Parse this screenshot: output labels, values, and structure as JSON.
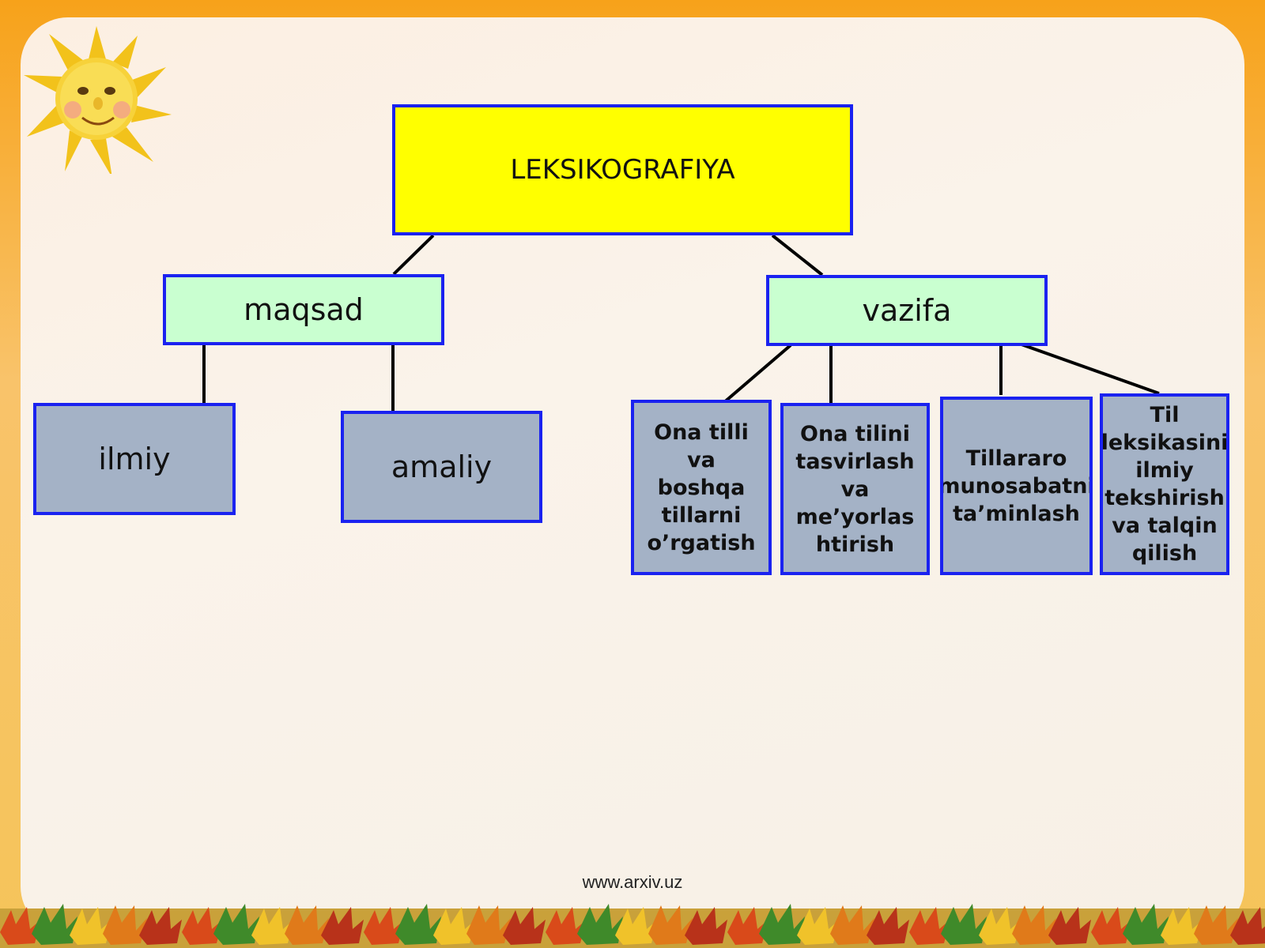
{
  "diagram": {
    "root": "LEKSIKOGRAFIYA",
    "maqsad": "maqsad",
    "vazifa": "vazifa",
    "ilmiy": "ilmiy",
    "amaliy": "amaliy",
    "tasks": [
      "Ona tilli va boshqa tillarni o’rgatish",
      "Ona tilini tasvirlash va me’yorlas htirish",
      "Tillararo munosabatni ta’minlash",
      "Til leksikasini ilmiy tekshirish va talqin qilish"
    ]
  },
  "footer": "www.arxiv.uz",
  "colors": {
    "root_fill": "#ffff00",
    "mid_fill": "#c9ffd0",
    "leaf_fill": "#a4b2c6",
    "border": "#1a22f0"
  }
}
